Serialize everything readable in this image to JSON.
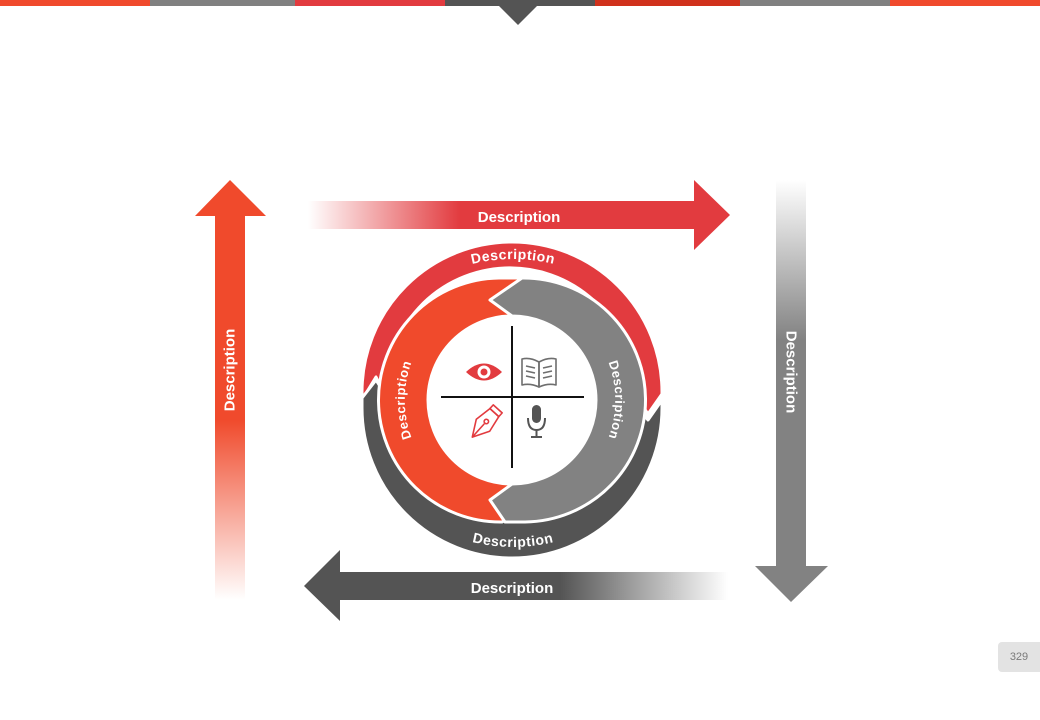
{
  "colors": {
    "red": "#f04a2c",
    "crimson": "#e23b3f",
    "gray": "#828282",
    "dark_gray": "#545454",
    "top_bar": [
      "#f04a2c",
      "#808080",
      "#e23b3f",
      "#545454",
      "#d0311c",
      "#808080",
      "#f04a2c"
    ]
  },
  "diagram": {
    "arrows": {
      "top": "Description",
      "right": "Description",
      "bottom": "Description",
      "left": "Description"
    },
    "outer_ring": {
      "top": "Description",
      "bottom": "Description"
    },
    "inner_ring": {
      "left": "Description",
      "right": "Description"
    },
    "icons": [
      "eye-icon",
      "book-icon",
      "pen-icon",
      "microphone-icon"
    ]
  },
  "page_number": "329"
}
